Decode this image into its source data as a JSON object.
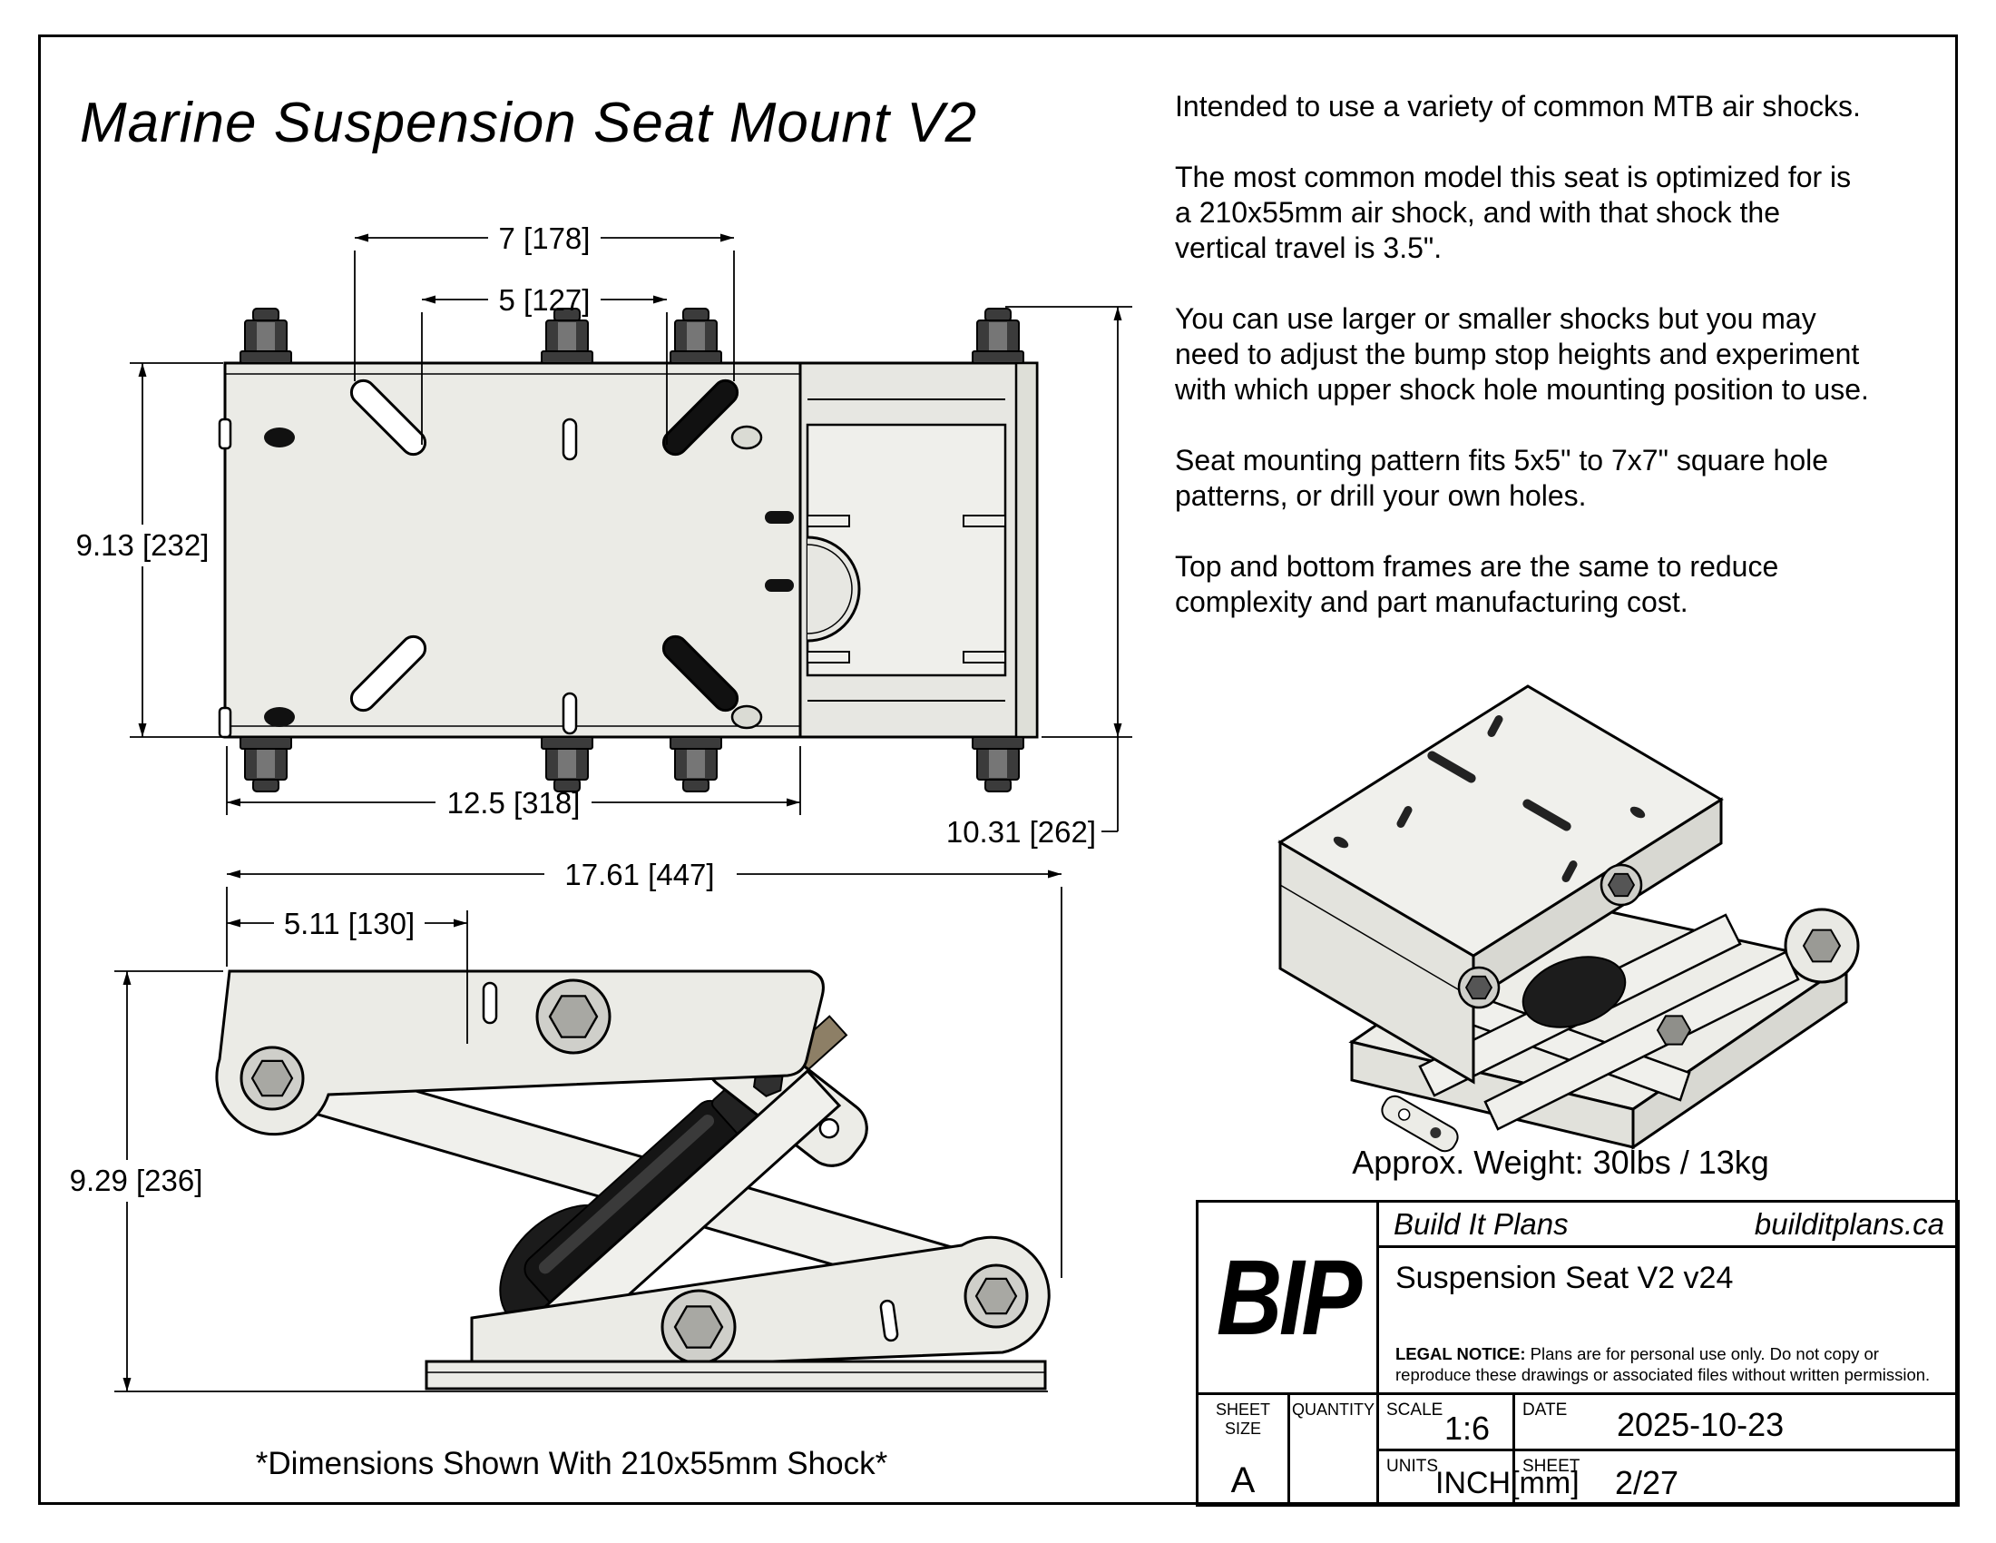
{
  "page": {
    "title": "Marine Suspension Seat Mount V2",
    "footnote": "*Dimensions Shown With 210x55mm Shock*"
  },
  "notes": {
    "p1": "Intended to use a variety of common MTB air shocks.",
    "p2": "The most common model this seat is optimized for is\na 210x55mm air shock, and with that shock the\nvertical travel is 3.5\".",
    "p3": "You can use larger or smaller shocks but you may\nneed to adjust the bump stop heights and experiment\nwith which upper shock hole mounting position to use.",
    "p4": "Seat mounting pattern fits 5x5\" to 7x7\" square hole\npatterns, or drill your own holes.",
    "p5": "Top and bottom frames are the same to reduce\ncomplexity and part manufacturing cost."
  },
  "top_view": {
    "dim_bolt_span_outer": "7 [178]",
    "dim_bolt_span_inner": "5 [127]",
    "dim_plate_depth": "9.13 [232]",
    "dim_plate_width": "12.5 [318]",
    "dim_overall_depth": "10.31 [262]"
  },
  "side_view": {
    "dim_overall_length": "17.61 [447]",
    "dim_front_offset": "5.11 [130]",
    "dim_height": "9.29 [236]"
  },
  "iso_view": {
    "caption": "Approx. Weight: 30lbs / 13kg"
  },
  "title_block": {
    "logo": "BIP",
    "company": "Build It Plans",
    "website": "builditplans.ca",
    "drawing_title": "Suspension Seat V2 v24",
    "legal_label": "LEGAL NOTICE:",
    "legal_text": " Plans are for personal use only. Do not copy or reproduce these drawings or associated files without written permission.",
    "sheet_size_label": "SHEET SIZE",
    "sheet_size_value": "A",
    "quantity_label": "QUANTITY",
    "scale_label": "SCALE",
    "scale_value": "1:6",
    "date_label": "DATE",
    "date_value": "2025-10-23",
    "units_label": "UNITS",
    "units_value": "INCH[mm]",
    "sheet_label": "SHEET",
    "sheet_value": "2/27"
  },
  "colors": {
    "plate": "#ebebe6",
    "plate_shaded": "#d8d8d2",
    "outline": "#000000",
    "bolt_dark": "#3b3b3b",
    "washer": "#cfcfca",
    "shock_black": "#151515",
    "shaft_brown": "#8d7f66",
    "accent_red": "#c23b2e"
  }
}
